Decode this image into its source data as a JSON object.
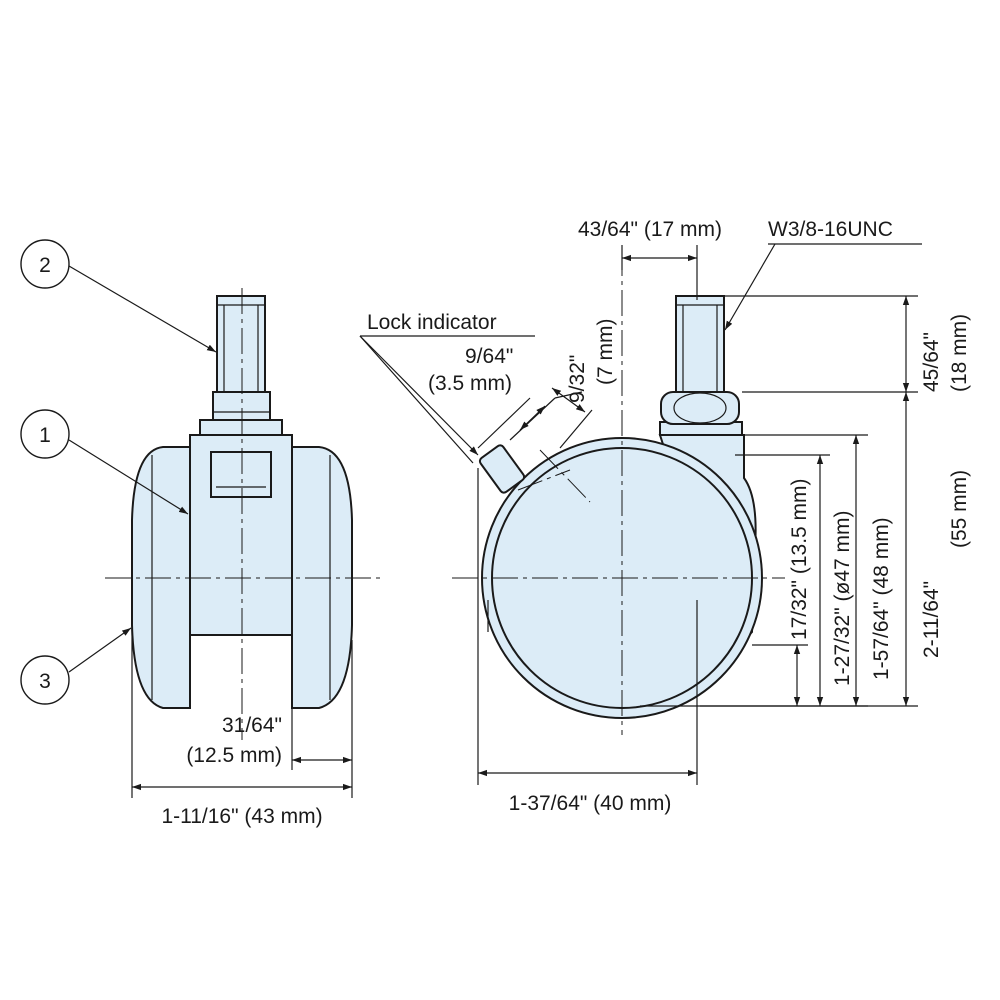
{
  "colors": {
    "part_fill": "#dcecf7",
    "line": "#1a1a1a",
    "background": "#ffffff"
  },
  "front_view": {
    "callouts": [
      {
        "number": "1"
      },
      {
        "number": "2"
      },
      {
        "number": "3"
      }
    ],
    "dimensions": {
      "tread_width_in": "31/64\"",
      "tread_width_mm": "(12.5 mm)",
      "overall_width": "1-11/16\" (43 mm)"
    }
  },
  "side_view": {
    "lock_indicator_label": "Lock indicator",
    "thread_spec": "W3/8-16UNC",
    "dimensions": {
      "offset": "43/64\" (17 mm)",
      "indicator_in": "9/64\"",
      "indicator_mm": "(3.5 mm)",
      "indicator_width_in": "9/32\"",
      "indicator_width_mm": "(7 mm)",
      "stem_height_in": "45/64\"",
      "stem_height_mm": "(18 mm)",
      "total_height_in": "2-11/64\"",
      "total_height_mm": "(55 mm)",
      "wheel_dia_a": "17/32\" (13.5 mm)",
      "wheel_dia_b": "1-27/32\" (ø47 mm)",
      "wheel_dia_c": "1-57/64\" (48 mm)",
      "overall_length": "1-37/64\" (40 mm)"
    }
  }
}
